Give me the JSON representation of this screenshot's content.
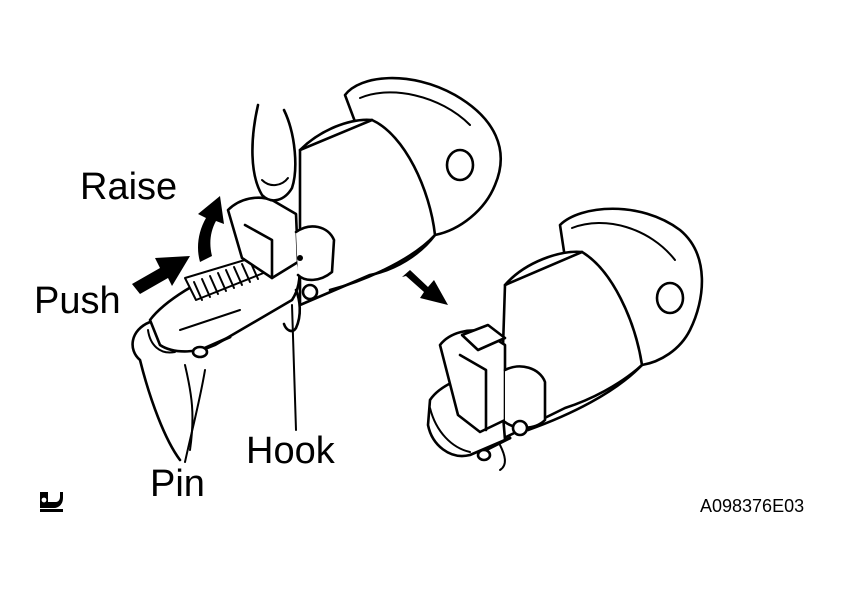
{
  "labels": {
    "raise": "Raise",
    "push": "Push",
    "pin": "Pin",
    "hook": "Hook"
  },
  "figure_code": "A098376E03",
  "colors": {
    "ink": "#000000",
    "paper": "#ffffff"
  },
  "icons": {
    "corner_mark": "toyota-service-mark-icon"
  }
}
